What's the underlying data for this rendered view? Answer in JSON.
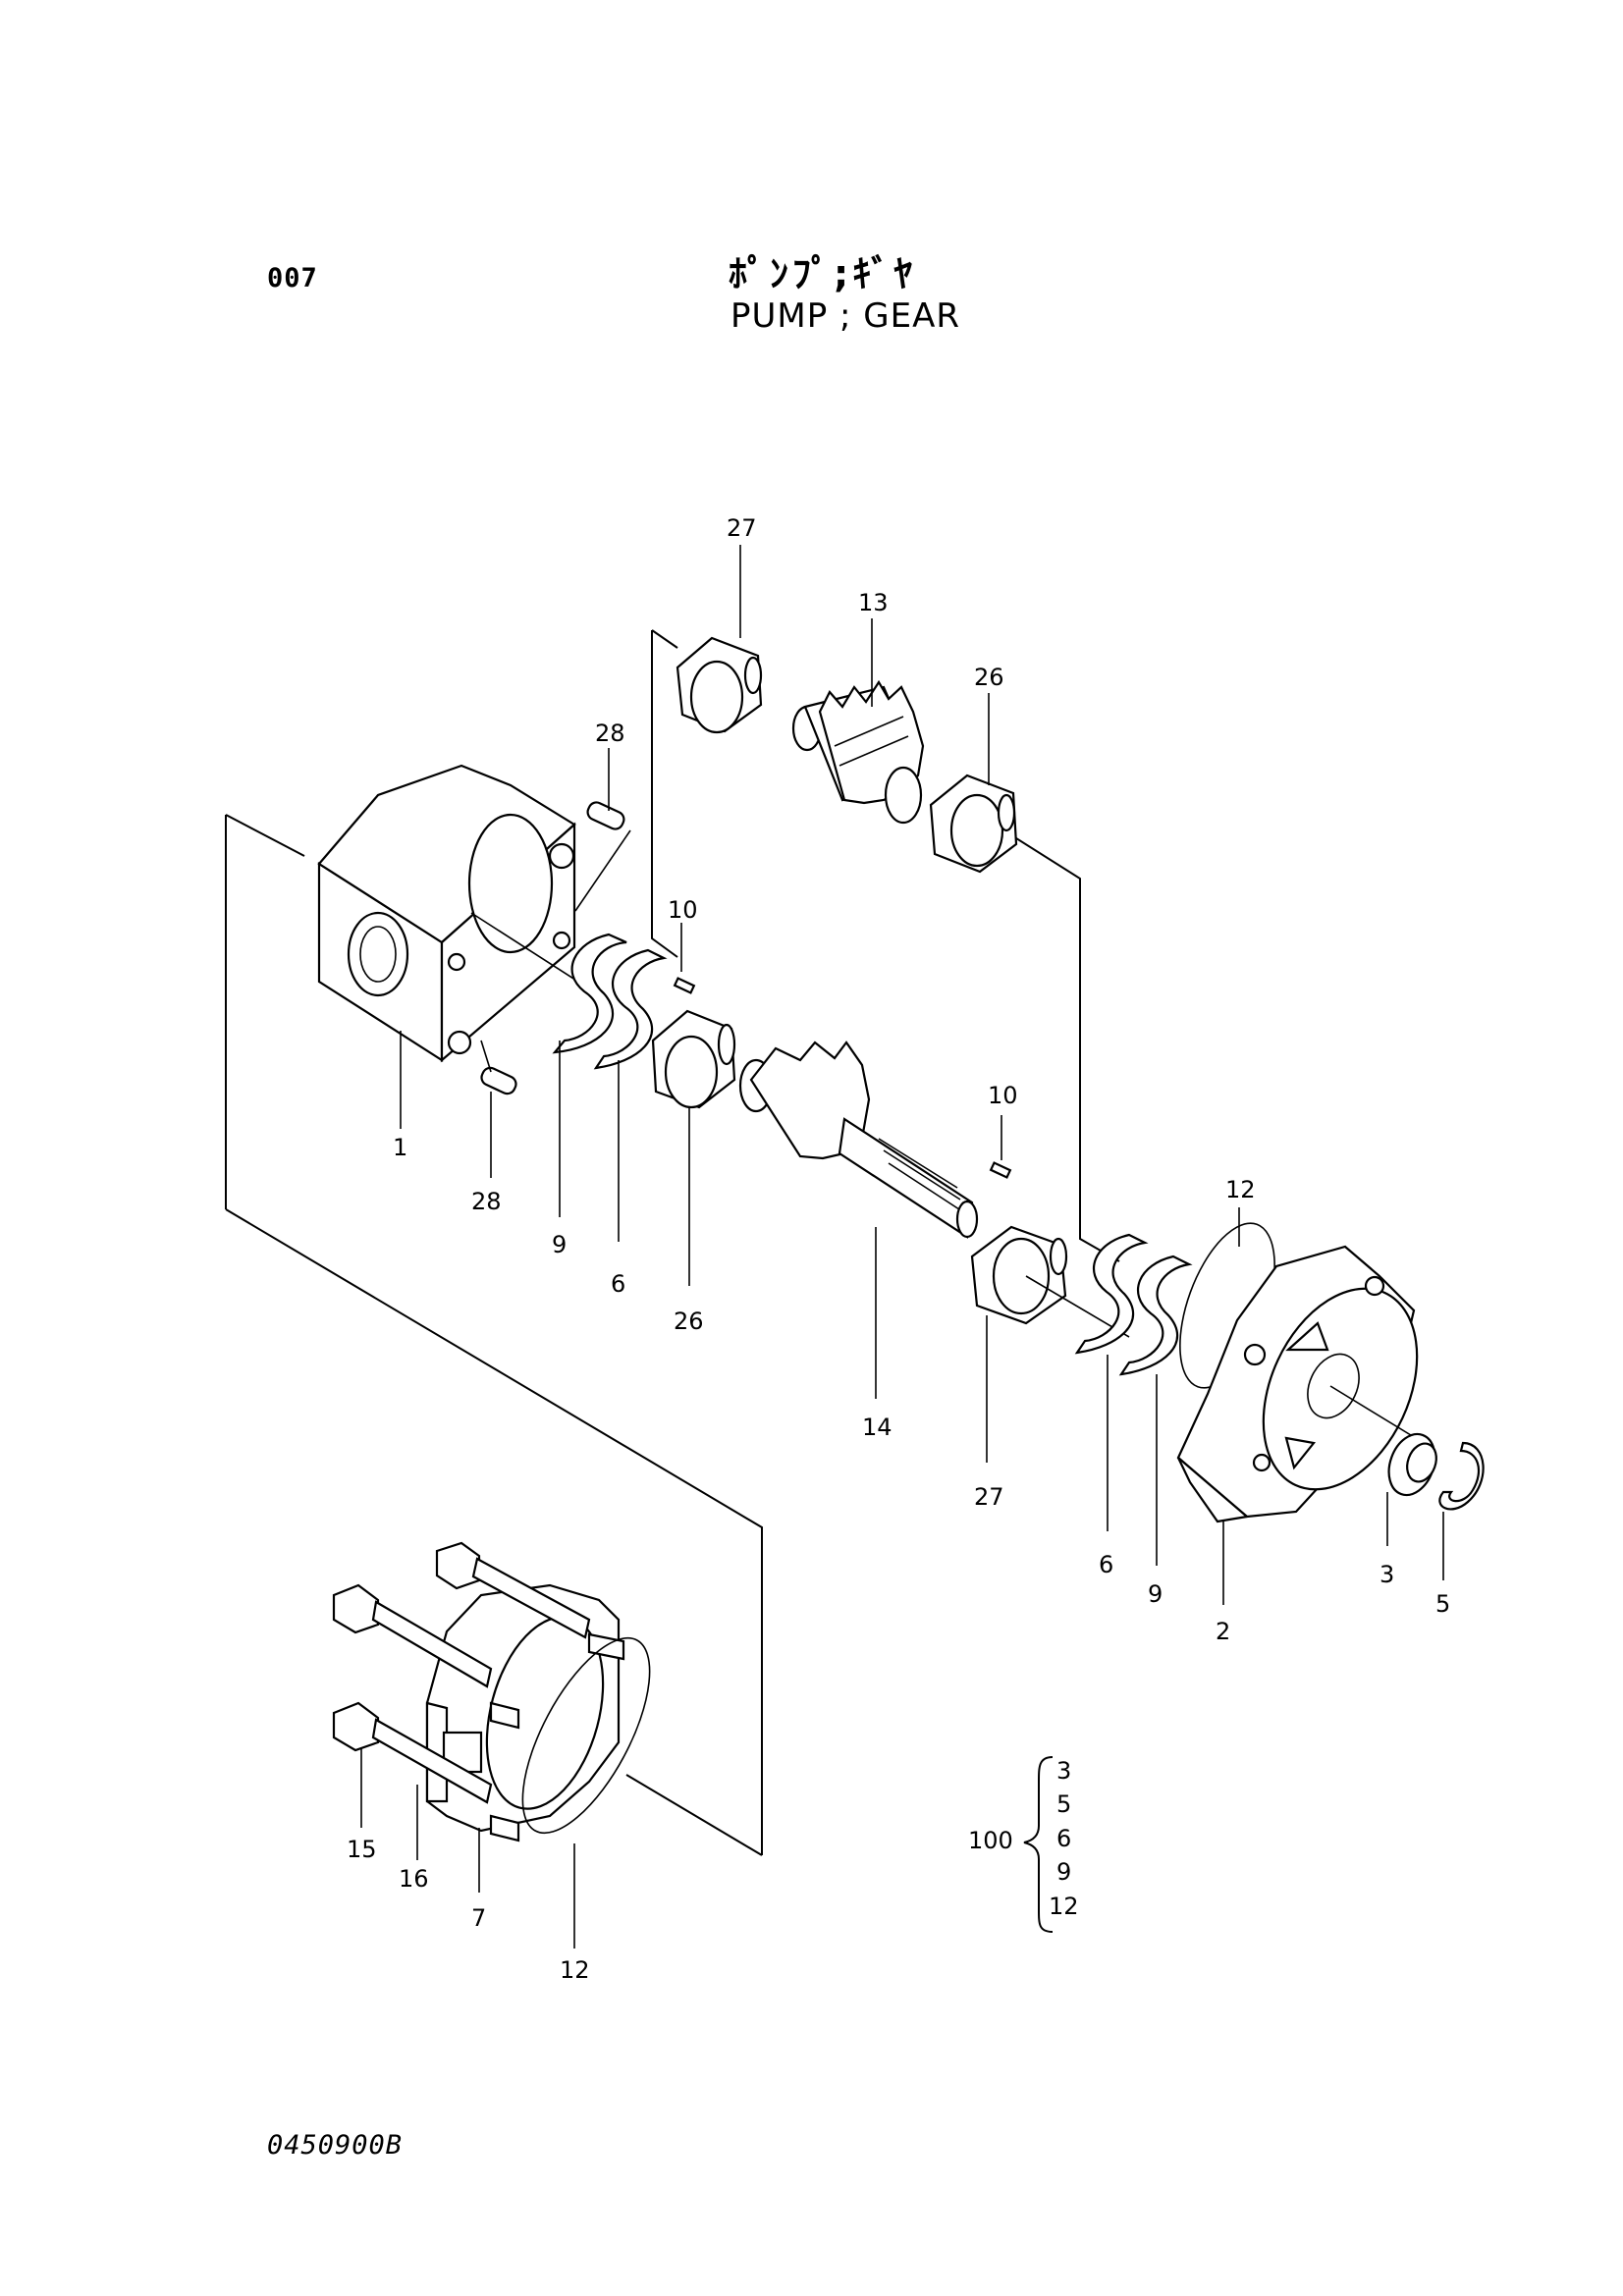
{
  "header": {
    "page_code": "007",
    "title_jp": "ﾎﾟﾝﾌﾟ;ｷﾞﾔ",
    "title_en": "PUMP ; GEAR"
  },
  "footer": {
    "drawing_code": "0450900B"
  },
  "callouts": {
    "c27_top": "27",
    "c13": "13",
    "c26_top": "26",
    "c28_top": "28",
    "c10_left": "10",
    "c1": "1",
    "c28_bottom": "28",
    "c9_left": "9",
    "c6_left": "6",
    "c26_bottom": "26",
    "c10_right": "10",
    "c14": "14",
    "c27_bottom": "27",
    "c12_top": "12",
    "c6_right": "6",
    "c9_right": "9",
    "c2": "2",
    "c3": "3",
    "c5": "5",
    "c15": "15",
    "c16": "16",
    "c7": "7",
    "c12_bottom": "12"
  },
  "kit": {
    "number": "100",
    "items": [
      "3",
      "5",
      "6",
      "9",
      "12"
    ]
  }
}
